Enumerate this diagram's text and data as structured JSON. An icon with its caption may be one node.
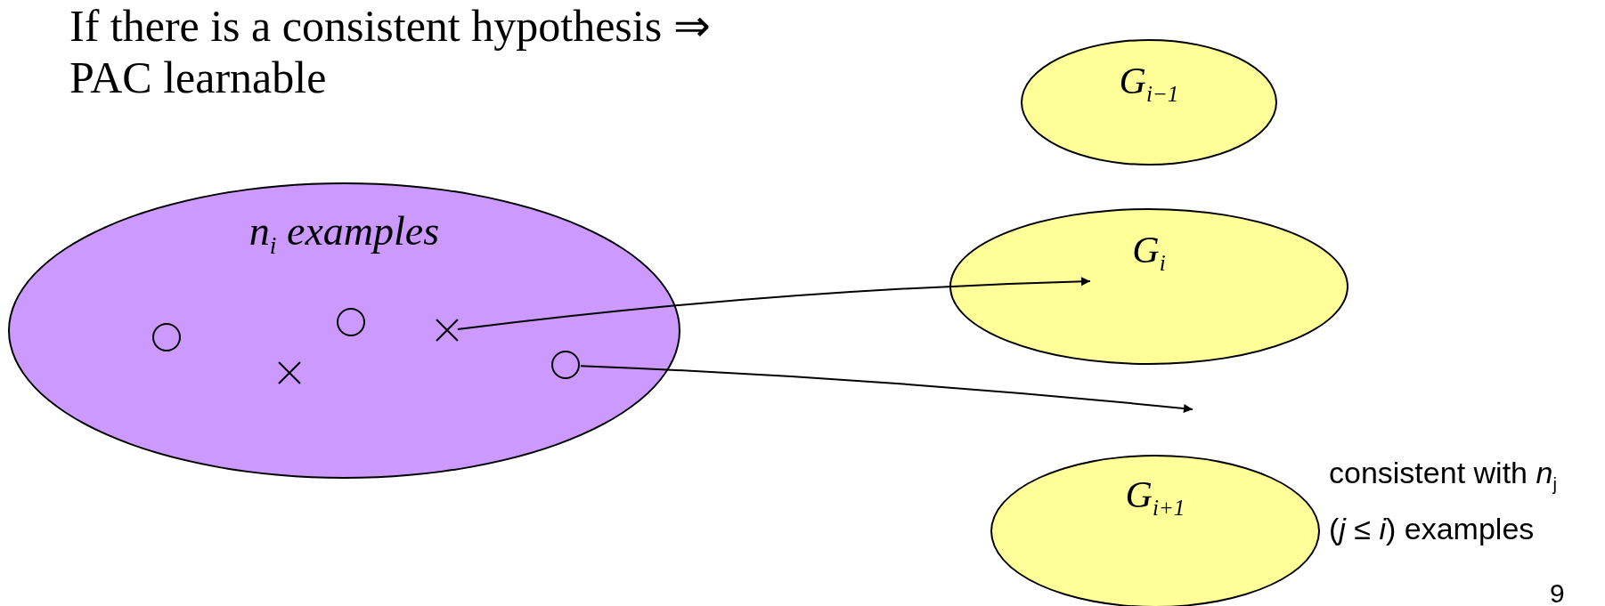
{
  "diagram": {
    "title": "If there is a consistent hypothesis ⇒ PAC learnable",
    "nodes": [
      {
        "text": [
          "n$_{i}$ examples"
        ]
      },
      {
        "text": [],
        "shape": "circle",
        "in": 0
      },
      {
        "text": [],
        "shape": "cross",
        "in": 0
      },
      {
        "text": [],
        "shape": "circle",
        "in": 0
      },
      {
        "text": [],
        "shape": "cross",
        "in": 0
      },
      {
        "text": [],
        "shape": "circle",
        "in": 0
      },
      {
        "text": [
          "G$_{i−1}$"
        ]
      },
      {
        "text": [
          "G$_{i}$"
        ]
      },
      {
        "text": [
          "G$_{i+1}$"
        ],
        "beside": [
          "consistent with *n*$_{j}$ (*j* ≤ *i*) examples"
        ]
      }
    ],
    "edges": [
      {
        "from": 4,
        "to": 7,
        "arrow": "to"
      },
      {
        "from": 5,
        "to": null,
        "arrow": "to"
      }
    ],
    "labels": [
      "9"
    ]
  }
}
